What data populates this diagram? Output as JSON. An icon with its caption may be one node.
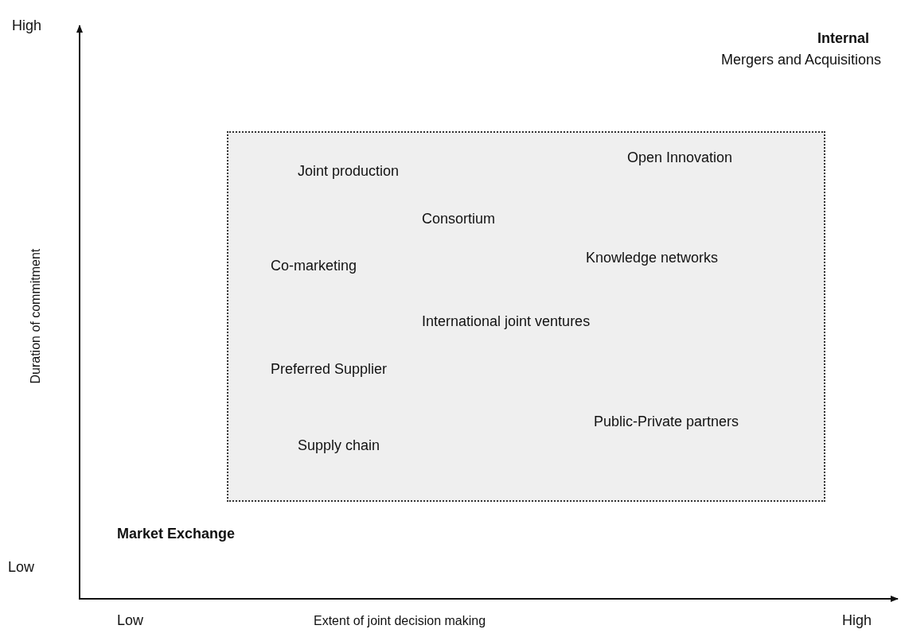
{
  "diagram": {
    "nodes": [
      {
        "text": [
          "Joint production",
          "Consortium",
          "Co-marketing",
          "Open Innovation",
          "Knowledge networks",
          "International joint ventures",
          "Preferred Supplier",
          "Public-Private partners",
          "Supply chain"
        ]
      }
    ],
    "edges": [],
    "labels": [
      "High",
      "Internal",
      "Mergers and Acquisitions",
      "Duration of commitment",
      "Market Exchange",
      "Low",
      "Low",
      "Extent of joint decision making",
      "High"
    ]
  }
}
